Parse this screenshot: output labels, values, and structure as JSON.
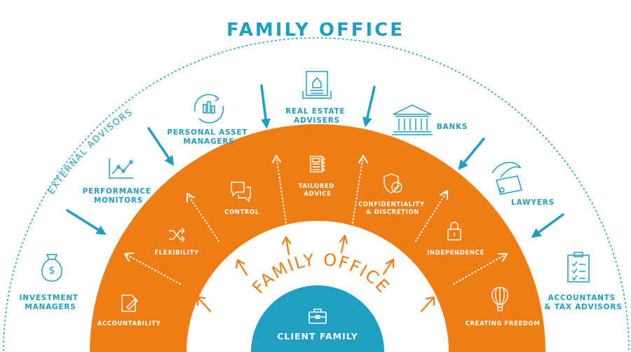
{
  "title": "FAMILY OFFICE",
  "colors": {
    "blue": "#1f9fc2",
    "orange": "#ee7d15",
    "white": "#ffffff"
  },
  "outer_ring_label": "EXTERNAL ADVISORS",
  "center_arc_text": "FAMILY OFFICE",
  "center_label": "CLIENT FAMILY",
  "external_advisors": [
    {
      "id": "investment-managers",
      "icon": "money-bag-icon",
      "lines": [
        "INVESTMENT",
        "MANAGERS"
      ]
    },
    {
      "id": "performance-monitors",
      "icon": "line-chart-icon",
      "lines": [
        "PERFORMANCE",
        "MONITORS"
      ]
    },
    {
      "id": "personal-asset-managers",
      "icon": "bar-chart-cycle-icon",
      "lines": [
        "PERSONAL ASSET",
        "MANAGERS"
      ]
    },
    {
      "id": "real-estate-advisers",
      "icon": "house-document-icon",
      "lines": [
        "REAL ESTATE",
        "ADVISERS"
      ]
    },
    {
      "id": "banks",
      "icon": "bank-building-icon",
      "lines": [
        "BANKS"
      ]
    },
    {
      "id": "lawyers",
      "icon": "quill-scroll-icon",
      "lines": [
        "LAWYERS"
      ]
    },
    {
      "id": "accountants-tax-advisors",
      "icon": "checklist-clipboard-icon",
      "lines": [
        "ACCOUNTANTS",
        "& TAX ADVISORS"
      ]
    }
  ],
  "family_office_services": [
    {
      "id": "accountability",
      "icon": "document-pen-icon",
      "lines": [
        "ACCOUNTABILITY"
      ]
    },
    {
      "id": "flexibility",
      "icon": "shuffle-arrows-icon",
      "lines": [
        "FLEXIBILITY"
      ]
    },
    {
      "id": "control",
      "icon": "chat-bubbles-icon",
      "lines": [
        "CONTROL"
      ]
    },
    {
      "id": "tailored-advice",
      "icon": "calculator-ruler-icon",
      "lines": [
        "TAILORED",
        "ADVICE"
      ]
    },
    {
      "id": "confidentiality-discretion",
      "icon": "shield-check-icon",
      "lines": [
        "CONFIDENTIALITY",
        "& DISCRETION"
      ]
    },
    {
      "id": "independence",
      "icon": "padlock-icon",
      "lines": [
        "INDEPENDENCE"
      ]
    },
    {
      "id": "creating-freedom",
      "icon": "hot-air-balloon-icon",
      "lines": [
        "CREATING FREEDOM"
      ]
    }
  ],
  "center_icon": "briefcase-icon"
}
